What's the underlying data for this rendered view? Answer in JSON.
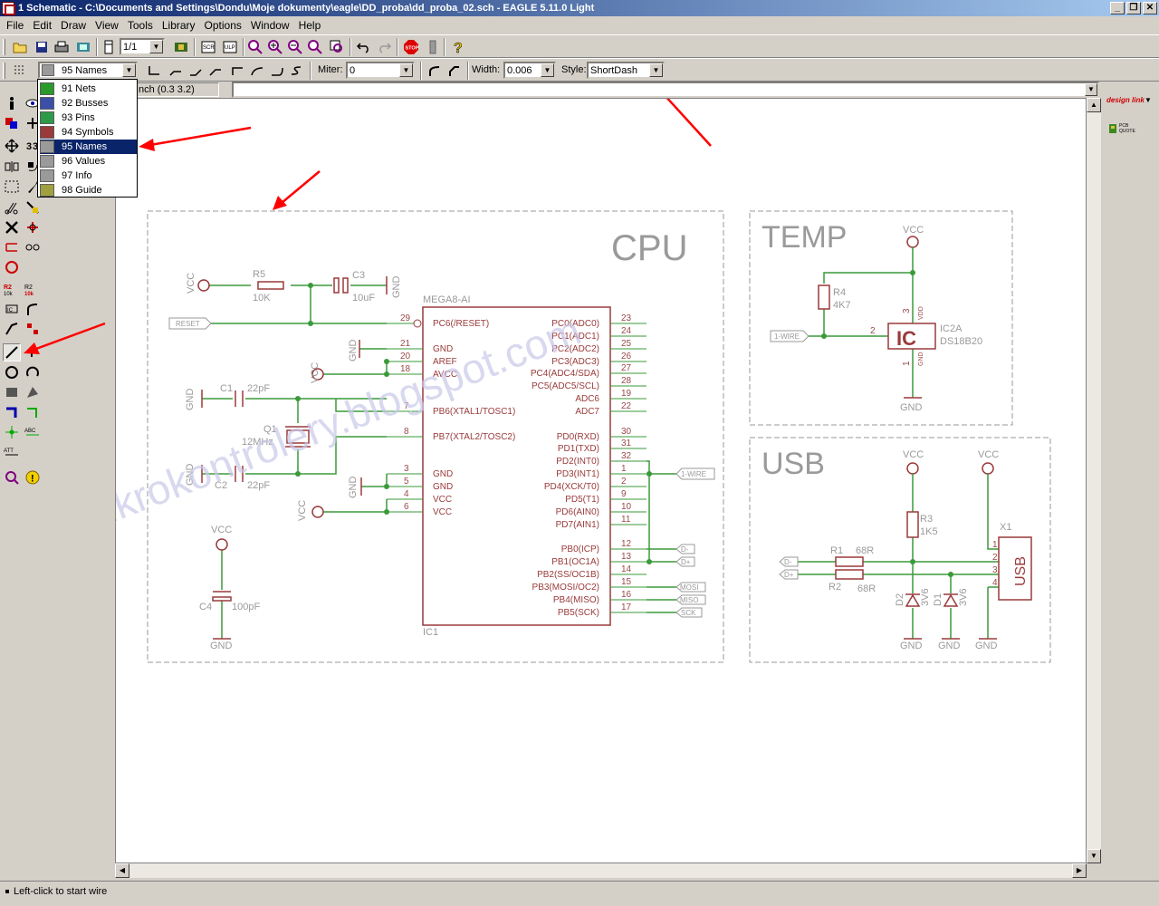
{
  "window": {
    "title": "1 Schematic - C:\\Documents and Settings\\Dondu\\Moje dokumenty\\eagle\\DD_proba\\dd_proba_02.sch - EAGLE 5.11.0 Light"
  },
  "menu": [
    "File",
    "Edit",
    "Draw",
    "View",
    "Tools",
    "Library",
    "Options",
    "Window",
    "Help"
  ],
  "toolbar1": {
    "sheet_value": "1/1"
  },
  "toolbar2": {
    "layer_value": "95 Names",
    "miter_label": "Miter:",
    "miter_value": "0",
    "width_label": "Width:",
    "width_value": "0.006",
    "style_label": "Style:",
    "style_value": "ShortDash"
  },
  "layer_dropdown": [
    {
      "label": "91 Nets",
      "color": "#2a9a2a"
    },
    {
      "label": "92 Busses",
      "color": "#3b4fa8"
    },
    {
      "label": "93 Pins",
      "color": "#2d9a4a"
    },
    {
      "label": "94 Symbols",
      "color": "#9a3a3a"
    },
    {
      "label": "95 Names",
      "color": "#9a9a9a"
    },
    {
      "label": "96 Values",
      "color": "#9a9a9a"
    },
    {
      "label": "97 Info",
      "color": "#9a9a9a"
    },
    {
      "label": "98 Guide",
      "color": "#a0a040"
    }
  ],
  "command_bar": {
    "coord_text": "nch (0.3 3.2)",
    "command_value": ""
  },
  "right_panel": {
    "designlink_label": "design link",
    "pcbquote_label": "PCB QUOTE"
  },
  "status": {
    "text": "Left-click to start wire"
  },
  "watermark": "mikrokontrolery.blogspot.com",
  "schematic": {
    "frames": {
      "cpu": "CPU",
      "temp": "TEMP",
      "usb": "USB"
    },
    "ic1": {
      "name": "IC1",
      "value": "MEGA8-AI",
      "left_pins": [
        {
          "num": "29",
          "name": "PC6(/RESET)"
        },
        {
          "num": "21",
          "name": "GND"
        },
        {
          "num": "20",
          "name": "AREF"
        },
        {
          "num": "18",
          "name": "AVCC"
        },
        {
          "num": "7",
          "name": "PB6(XTAL1/TOSC1)"
        },
        {
          "num": "8",
          "name": "PB7(XTAL2/TOSC2)"
        },
        {
          "num": "3",
          "name": "GND"
        },
        {
          "num": "5",
          "name": "GND"
        },
        {
          "num": "4",
          "name": "VCC"
        },
        {
          "num": "6",
          "name": "VCC"
        }
      ],
      "right_pins": [
        {
          "num": "23",
          "name": "PC0(ADC0)"
        },
        {
          "num": "24",
          "name": "PC1(ADC1)"
        },
        {
          "num": "25",
          "name": "PC2(ADC2)"
        },
        {
          "num": "26",
          "name": "PC3(ADC3)"
        },
        {
          "num": "27",
          "name": "PC4(ADC4/SDA)"
        },
        {
          "num": "28",
          "name": "PC5(ADC5/SCL)"
        },
        {
          "num": "19",
          "name": "ADC6"
        },
        {
          "num": "22",
          "name": "ADC7"
        },
        {
          "num": "30",
          "name": "PD0(RXD)"
        },
        {
          "num": "31",
          "name": "PD1(TXD)"
        },
        {
          "num": "32",
          "name": "PD2(INT0)"
        },
        {
          "num": "1",
          "name": "PD3(INT1)"
        },
        {
          "num": "2",
          "name": "PD4(XCK/T0)"
        },
        {
          "num": "9",
          "name": "PD5(T1)"
        },
        {
          "num": "10",
          "name": "PD6(AIN0)"
        },
        {
          "num": "11",
          "name": "PD7(AIN1)"
        },
        {
          "num": "12",
          "name": "PB0(ICP)"
        },
        {
          "num": "13",
          "name": "PB1(OC1A)"
        },
        {
          "num": "14",
          "name": "PB2(SS/OC1B)"
        },
        {
          "num": "15",
          "name": "PB3(MOSI/OC2)"
        },
        {
          "num": "16",
          "name": "PB4(MISO)"
        },
        {
          "num": "17",
          "name": "PB5(SCK)"
        }
      ]
    },
    "parts": {
      "r5": "R5",
      "r5_val": "10K",
      "c3": "C3",
      "c3_val": "10uF",
      "c1": "C1",
      "c1_val": "22pF",
      "c2": "C2",
      "c2_val": "22pF",
      "q1": "Q1",
      "q1_val": "12MHz",
      "c4": "C4",
      "c4_val": "100pF",
      "r4": "R4",
      "r4_val": "4K7",
      "ic2": "IC2A",
      "ic2_val": "DS18B20",
      "ic2_body": "IC",
      "r3": "R3",
      "r3_val": "1K5",
      "r1": "R1",
      "r1_val": "68R",
      "r2": "R2",
      "r2_val": "68R",
      "d2": "D2",
      "d2_val": "3V6",
      "d1": "D1",
      "d1_val": "3V6",
      "x1": "X1",
      "x1_body": "USB"
    },
    "labels": {
      "vcc": "VCC",
      "gnd": "GND",
      "reset": "RESET",
      "onewire": "1-WIRE",
      "dminus": "D-",
      "dplus": "D+",
      "mosi": "MOSI",
      "miso": "MISO",
      "sck": "SCK",
      "vdd": "VDD",
      "pin1": "1",
      "pin2": "2",
      "pin3": "3",
      "pin4": "4"
    }
  }
}
